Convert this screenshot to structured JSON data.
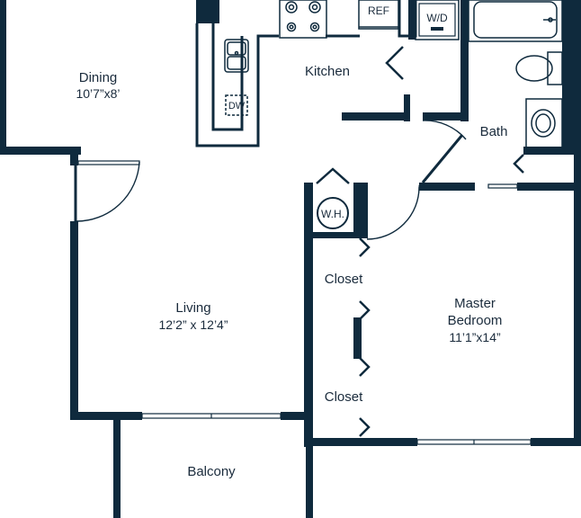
{
  "rooms": {
    "dining": {
      "name": "Dining",
      "size": "10’7”x8’"
    },
    "kitchen": {
      "name": "Kitchen"
    },
    "bath": {
      "name": "Bath"
    },
    "living": {
      "name": "Living",
      "size": "12’2” x 12’4”"
    },
    "master_bedroom": {
      "name_line1": "Master",
      "name_line2": "Bedroom",
      "size": "11’1”x14”"
    },
    "closet_upper": {
      "name": "Closet"
    },
    "closet_lower": {
      "name": "Closet"
    },
    "balcony": {
      "name": "Balcony"
    }
  },
  "fixtures": {
    "refrigerator": "REF",
    "washer_dryer": "W/D",
    "dishwasher": "DW",
    "water_heater": "W.H."
  },
  "colors": {
    "wall": "#0f2a3d",
    "text": "#1a2b3c",
    "background": "#ffffff"
  }
}
